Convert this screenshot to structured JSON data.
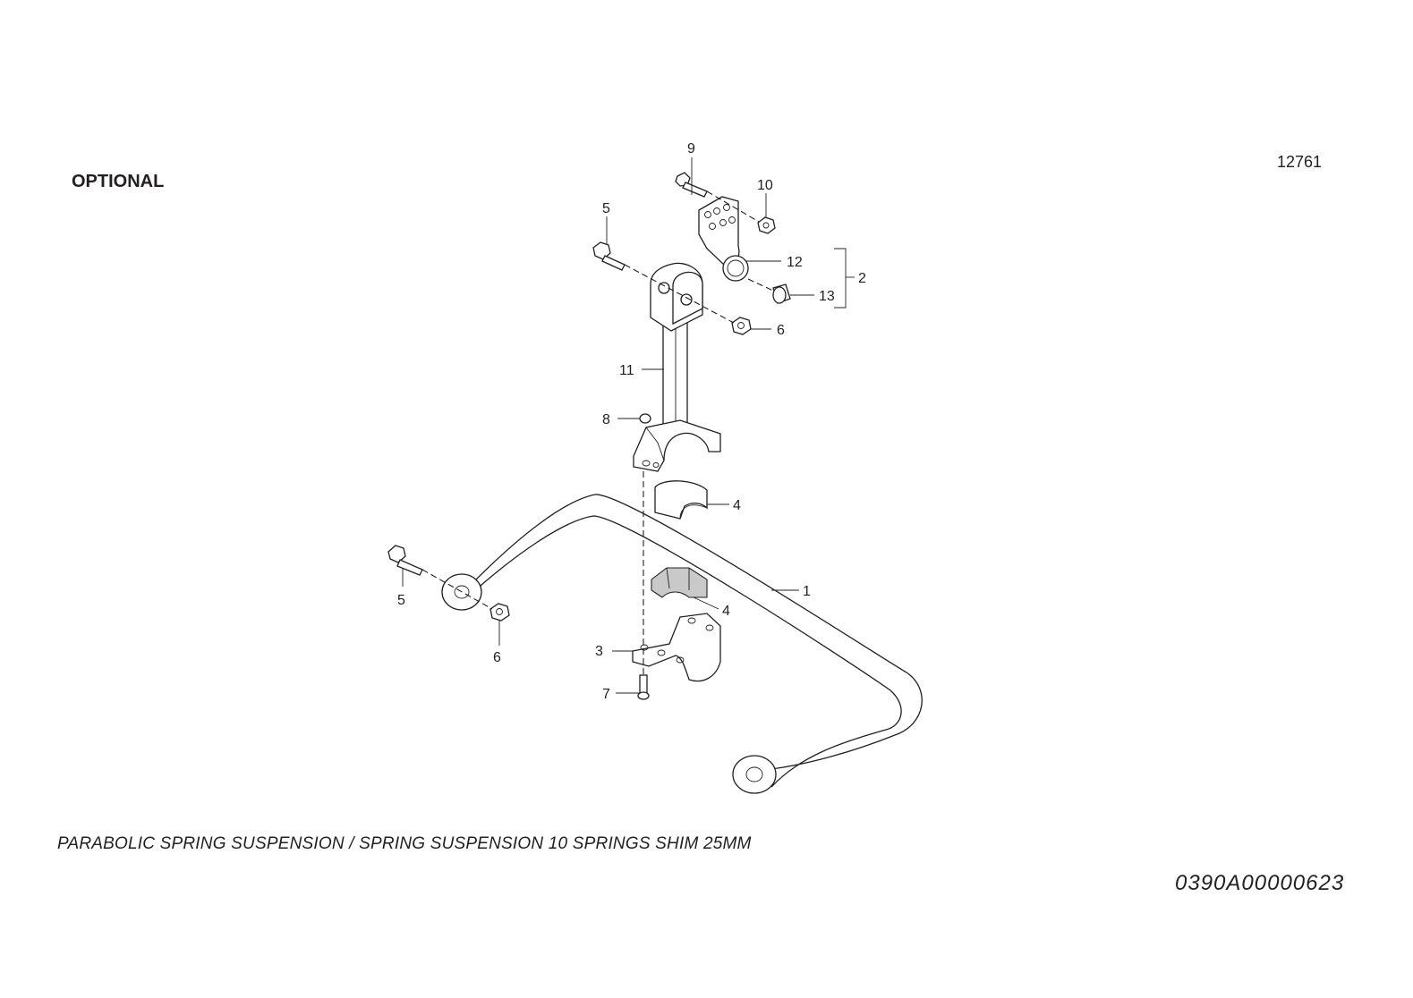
{
  "header": {
    "optional_label": "OPTIONAL",
    "drawing_number": "12761"
  },
  "diagram": {
    "callouts": {
      "c1": "1",
      "c2": "2",
      "c3": "3",
      "c4a": "4",
      "c4b": "4",
      "c5a": "5",
      "c5b": "5",
      "c6a": "6",
      "c6b": "6",
      "c7": "7",
      "c8": "8",
      "c9": "9",
      "c10": "10",
      "c11": "11",
      "c12": "12",
      "c13": "13"
    }
  },
  "footer": {
    "caption": "PARABOLIC SPRING SUSPENSION / SPRING SUSPENSION 10 SPRINGS SHIM 25MM",
    "document_code": "0390A00000623"
  }
}
